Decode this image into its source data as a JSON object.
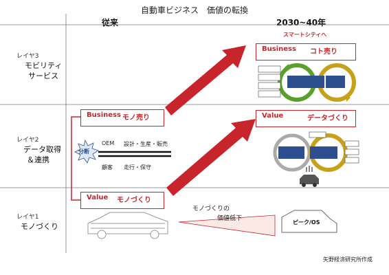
{
  "title": "自動車ビジネス　価値の転換",
  "columns": {
    "left": "従来",
    "right": "2030~40年"
  },
  "right_subtitle": "スマートシティへ",
  "layers": [
    {
      "tag": "レイヤ3",
      "name_line1": "モビリティ",
      "name_line2": "サービス"
    },
    {
      "tag": "レイヤ2",
      "name_line1": "データ取得",
      "name_line2": "＆連携"
    },
    {
      "tag": "レイヤ1",
      "name_line1": "モノづくり",
      "name_line2": ""
    }
  ],
  "boxes": {
    "business_now": {
      "key": "Business",
      "value": "モノ売り"
    },
    "value_now": {
      "key": "Value",
      "value": "モノづくり"
    },
    "business_future": {
      "key": "Business",
      "value": "コト売り"
    },
    "value_future": {
      "key": "Value",
      "value": "データづくり"
    }
  },
  "middle_labels": {
    "oem": "OEM",
    "design": "設計・生産・販売",
    "customer": "顧客",
    "drive": "走行・保守",
    "split": "分断"
  },
  "center_note": {
    "line1": "モノづくりの",
    "line2": "価値低下"
  },
  "peak_label": "ピーク/OS",
  "credit": "矢野経済研究所作成",
  "colors": {
    "accent": "#c8242b",
    "loop_green": "#5aa02c",
    "loop_gold": "#c8a11a",
    "inner_blue": "#2e4f8f"
  }
}
